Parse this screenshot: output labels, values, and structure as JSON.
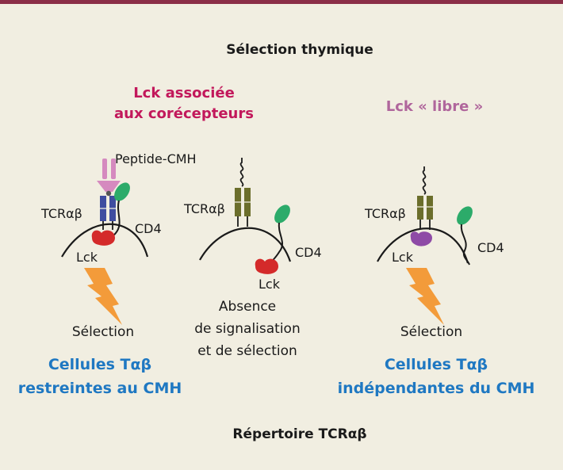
{
  "title": "Sélection thymique",
  "footer": "Répertoire TCRαβ",
  "headers": {
    "associated": [
      "Lck associée",
      "aux corécepteurs"
    ],
    "free": "Lck « libre »"
  },
  "labels": {
    "peptide_mhc": "Peptide-CMH",
    "tcr": "TCRαβ",
    "cd4": "CD4",
    "lck": "Lck"
  },
  "outcomes": {
    "selection": "Sélection",
    "absence": [
      "Absence",
      "de signalisation",
      "et de sélection"
    ]
  },
  "cell_types": {
    "restricted": [
      "Cellules Tαβ",
      "restreintes au CMH"
    ],
    "independent": [
      "Cellules Tαβ",
      "indépendantes du CMH"
    ]
  },
  "colors": {
    "background": "#f1eee1",
    "top_bar": "#8b2e47",
    "header_red": "#c2185b",
    "header_pink": "#b0669c",
    "blue_text": "#1f78c2",
    "tcr_blue": "#3f4da0",
    "tcr_olive": "#6b6e2b",
    "cd4_green": "#2cab6a",
    "lck_red": "#d42a2a",
    "lck_purple": "#8e4aa6",
    "mhc_pink": "#d58abf",
    "bolt_orange": "#f39b3a"
  }
}
